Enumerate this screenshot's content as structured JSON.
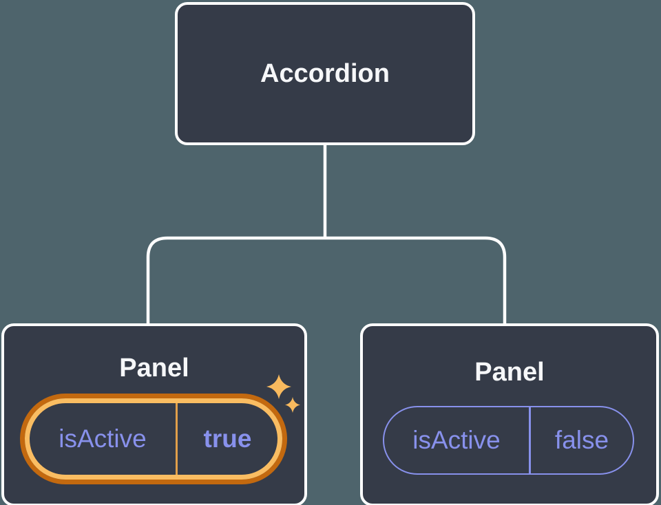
{
  "diagram": {
    "root": {
      "label": "Accordion"
    },
    "panels": [
      {
        "label": "Panel",
        "state": {
          "key": "isActive",
          "value": "true"
        },
        "highlighted": true
      },
      {
        "label": "Panel",
        "state": {
          "key": "isActive",
          "value": "false"
        },
        "highlighted": false
      }
    ]
  },
  "icons": {
    "sparkles": "four-point-sparkle-stars"
  },
  "colors": {
    "background": "#4E646C",
    "node_fill": "#353B48",
    "node_border": "#FFFFFF",
    "node_text": "#F6F7F9",
    "state_text": "#8891EC",
    "highlight_ring_outer": "#C3690F",
    "highlight_ring_inner": "#FABD62",
    "highlight_divider": "#E2A04A",
    "sparkle": "#F9BA5E"
  }
}
